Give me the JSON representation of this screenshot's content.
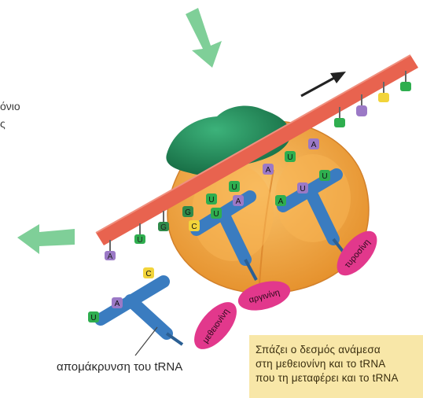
{
  "labels": {
    "left_cut": "όνιο\nς",
    "trna_removal": "απομάκρυνση του tRNA"
  },
  "amino_acids": {
    "methionine": "μεθειονίνη",
    "arginine": "αργινίνη",
    "tyrosine": "τυροσίνη"
  },
  "bases": {
    "exit_trna_anticodon": [
      "U",
      "A",
      "C"
    ],
    "p_site_anticodon": [
      "C",
      "U",
      "A"
    ],
    "p_site_codon": [
      "G",
      "U",
      "U"
    ],
    "a_site_anticodon": [
      "A",
      "U",
      "U"
    ],
    "a_site_codon": [
      "A",
      "U",
      "A"
    ],
    "left_mrna": [
      "A",
      "U",
      "G"
    ]
  },
  "note": {
    "lines": [
      "Σπάζει ο δεσμός ανάμεσα",
      "στη μεθειονίνη και το tRNA",
      "που τη μεταφέρει και το tRNA"
    ]
  },
  "colors": {
    "ribosome": "#f2a23a",
    "small_subunit": "#23945f",
    "mrna": "#e8634f",
    "trna": "#3a7cc0",
    "amino_acid": "#e2388c",
    "arrow": "#7fcf98",
    "base_A": "#9b79c6",
    "base_U": "#2fae4f",
    "base_G": "#2f8a4a",
    "base_C": "#f2d43a",
    "note_bg": "#f8e7a8"
  }
}
